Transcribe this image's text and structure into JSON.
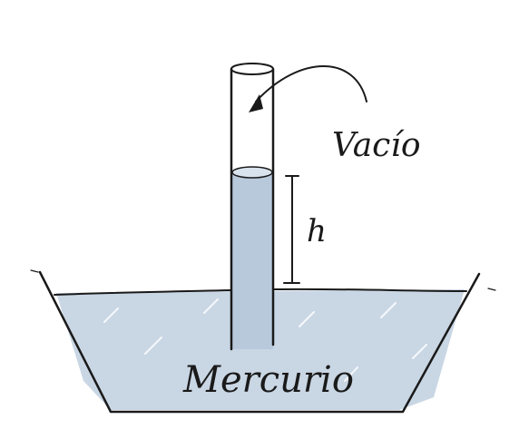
{
  "labels": {
    "vacuum": "Vacío",
    "height": "h",
    "mercury": "Mercurio"
  },
  "colors": {
    "mercury_fill": "#c9d6e4",
    "ink": "#1a1a1a",
    "background": "#ffffff"
  }
}
